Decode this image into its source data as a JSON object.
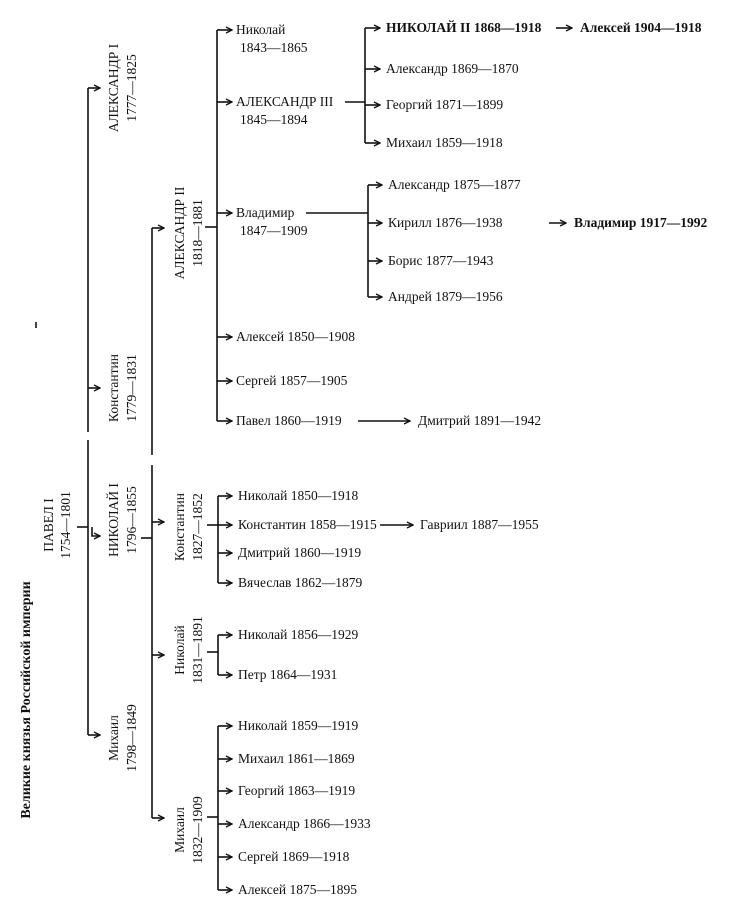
{
  "title": "Великие князья Российской империи",
  "root": {
    "name": "ПАВЕЛ I",
    "dates": "1754—1801"
  },
  "gen1": [
    {
      "name": "АЛЕКСАНДР I",
      "dates": "1777—1825"
    },
    {
      "name": "Константин",
      "dates": "1779—1831"
    },
    {
      "name": "НИКОЛАЙ I",
      "dates": "1796—1855"
    },
    {
      "name": "Михаил",
      "dates": "1798—1849"
    }
  ],
  "gen2": [
    {
      "name": "АЛЕКСАНДР II",
      "dates": "1818—1881"
    },
    {
      "name": "Константин",
      "dates": "1827—1852"
    },
    {
      "name": "Николай",
      "dates": "1831—1891"
    },
    {
      "name": "Михаил",
      "dates": "1832—1909"
    }
  ],
  "alexander2_children": [
    {
      "name": "Николай",
      "dates": "1843—1865"
    },
    {
      "name": "АЛЕКСАНДР III",
      "dates": "1845—1894"
    },
    {
      "name": "Владимир",
      "dates": "1847—1909"
    },
    {
      "label": "Алексей 1850—1908"
    },
    {
      "label": "Сергей 1857—1905"
    },
    {
      "label": "Павел 1860—1919"
    }
  ],
  "alexander3_children": [
    "НИКОЛАЙ II 1868—1918",
    "Александр 1869—1870",
    "Георгий 1871—1899",
    "Михаил 1859—1918"
  ],
  "nicholas2_child": "Алексей 1904—1918",
  "vladimir_children": [
    "Александр 1875—1877",
    "Кирилл 1876—1938",
    "Борис 1877—1943",
    "Андрей 1879—1956"
  ],
  "kirill_child": "Владимир 1917—1992",
  "pavel_child": "Дмитрий 1891—1942",
  "konstantin_children": [
    "Николай 1850—1918",
    "Константин 1858—1915",
    "Дмитрий 1860—1919",
    "Вячеслав 1862—1879"
  ],
  "konstantin_jr_child": "Гавриил 1887—1955",
  "nikolai_children": [
    "Николай 1856—1929",
    "Петр 1864—1931"
  ],
  "mikhail_children": [
    "Николай 1859—1919",
    "Михаил 1861—1869",
    "Георгий 1863—1919",
    "Александр 1866—1933",
    "Сергей 1869—1918",
    "Алексей 1875—1895"
  ]
}
